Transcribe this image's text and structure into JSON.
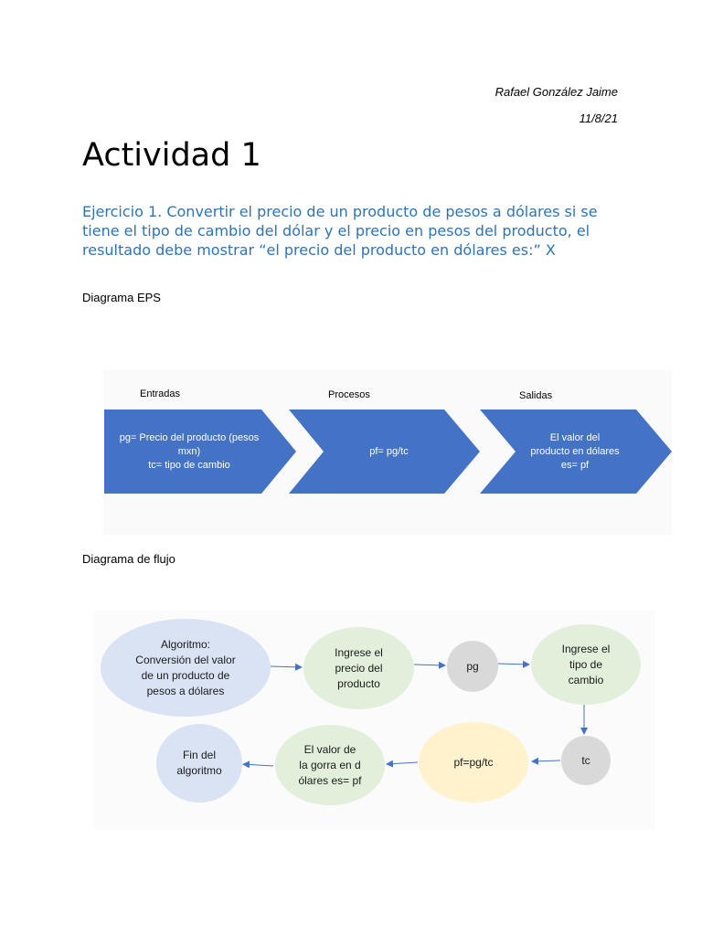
{
  "header": {
    "author": "Rafael González Jaime",
    "date": "11/8/21"
  },
  "title": "Actividad 1",
  "exercise": "Ejercicio 1. Convertir el precio de un producto de pesos a dólares si se tiene el tipo de cambio del dólar y el precio en pesos del producto, el resultado debe mostrar “el precio del producto en dólares es:” X",
  "eps": {
    "section_label": "Diagrama EPS",
    "entradas_label": "Entradas",
    "procesos_label": "Procesos",
    "salidas_label": "Salidas",
    "entradas_line1": "pg= Precio del producto (pesos",
    "entradas_line2": "mxn)",
    "entradas_line3": "tc= tipo de cambio",
    "procesos_text": "pf= pg/tc",
    "salidas_line1": "El valor del",
    "salidas_line2": "producto en dólares",
    "salidas_line3": "es= pf",
    "chevron_color": "#4472c4"
  },
  "flow": {
    "section_label": "Diagrama de flujo",
    "start_line1": "Algoritmo:",
    "start_line2": "Conversión del valor",
    "start_line3": "de un producto de",
    "start_line4": "pesos a dólares",
    "ingrese_precio_line1": "Ingrese el",
    "ingrese_precio_line2": "precio del",
    "ingrese_precio_line3": "producto",
    "pg": "pg",
    "ingrese_tipo_line1": "Ingrese el",
    "ingrese_tipo_line2": "tipo de",
    "ingrese_tipo_line3": "cambio",
    "tc": "tc",
    "process": "pf=pg/tc",
    "output_line1": "El valor de",
    "output_line2": "la gorra en d",
    "output_line3": "ólares es= pf",
    "end_line1": "Fin del",
    "end_line2": "algoritmo",
    "arrow_color": "#4472c4"
  }
}
